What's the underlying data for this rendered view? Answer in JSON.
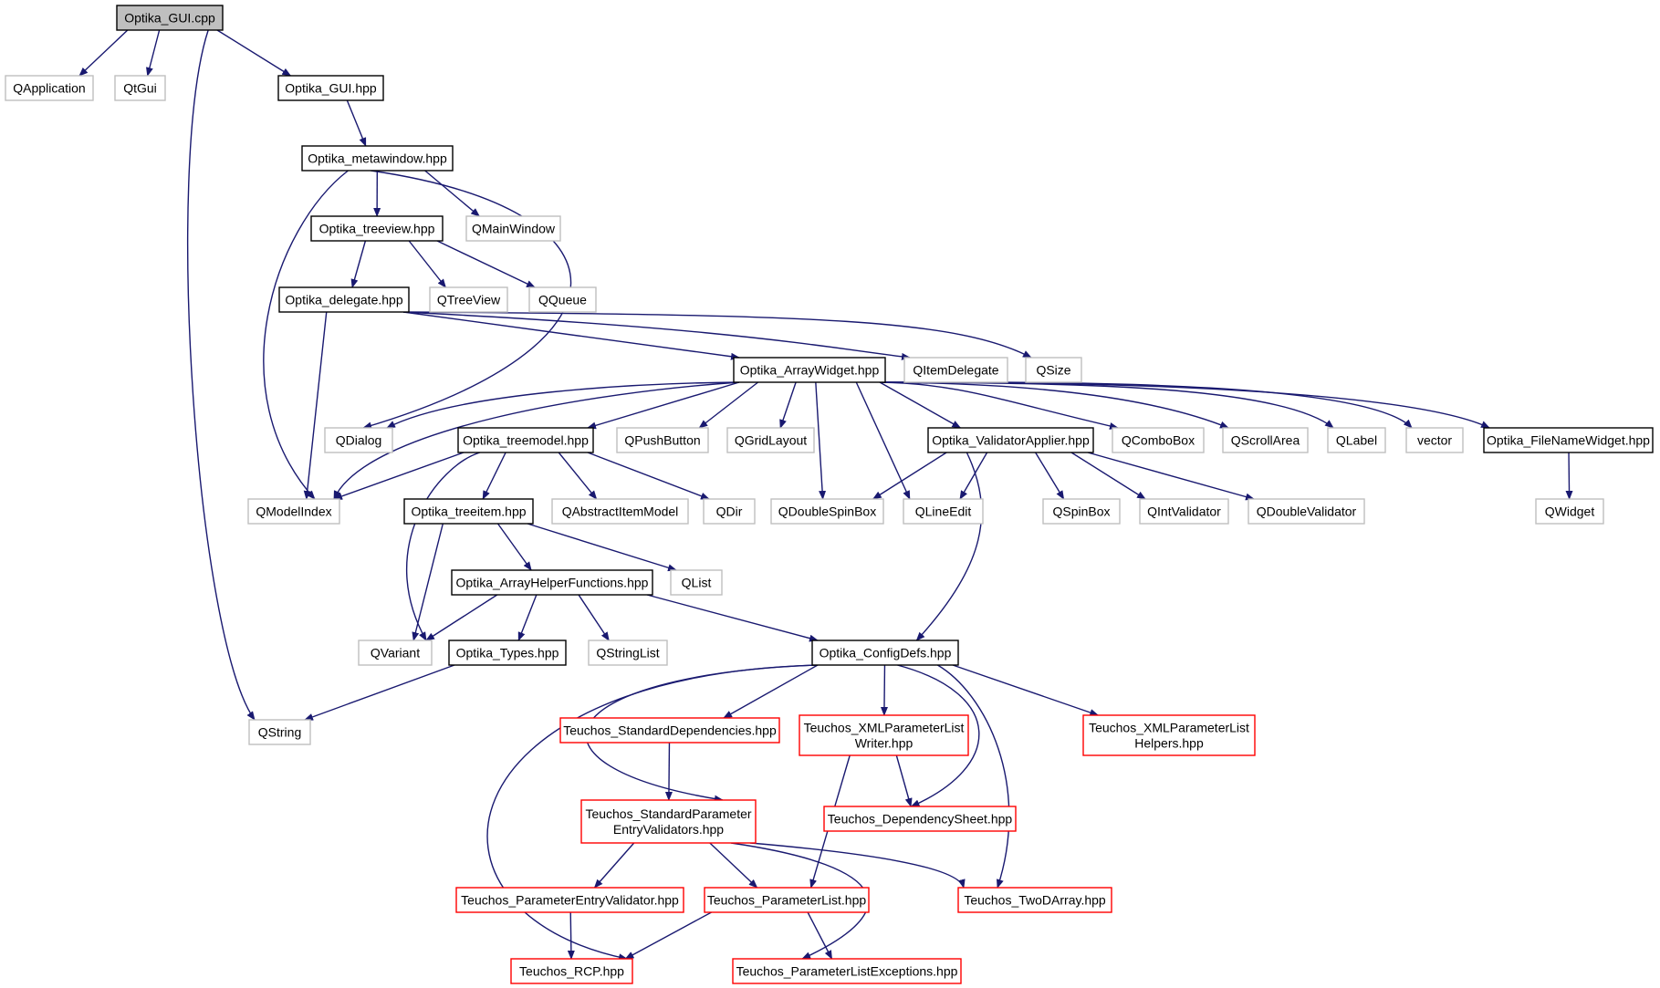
{
  "colors": {
    "edge": "#191970",
    "root_fill": "#bfbfbf",
    "project_border": "#000000",
    "external_border": "#bfbfbf",
    "teuchos_border": "#ff0000"
  },
  "nodes": [
    {
      "id": "root",
      "label": "Optika_GUI.cpp",
      "kind": "root"
    },
    {
      "id": "qapplication",
      "label": "QApplication",
      "kind": "external"
    },
    {
      "id": "qtgui",
      "label": "QtGui",
      "kind": "external"
    },
    {
      "id": "gui_hpp",
      "label": "Optika_GUI.hpp",
      "kind": "project"
    },
    {
      "id": "metawindow",
      "label": "Optika_metawindow.hpp",
      "kind": "project"
    },
    {
      "id": "treeview",
      "label": "Optika_treeview.hpp",
      "kind": "project"
    },
    {
      "id": "qmainwindow",
      "label": "QMainWindow",
      "kind": "external"
    },
    {
      "id": "delegate",
      "label": "Optika_delegate.hpp",
      "kind": "project"
    },
    {
      "id": "qtreeview",
      "label": "QTreeView",
      "kind": "external"
    },
    {
      "id": "qqueue",
      "label": "QQueue",
      "kind": "external"
    },
    {
      "id": "arraywidget",
      "label": "Optika_ArrayWidget.hpp",
      "kind": "project"
    },
    {
      "id": "qitemdelegate",
      "label": "QItemDelegate",
      "kind": "external"
    },
    {
      "id": "qsize",
      "label": "QSize",
      "kind": "external"
    },
    {
      "id": "qdialog",
      "label": "QDialog",
      "kind": "external"
    },
    {
      "id": "treemodel",
      "label": "Optika_treemodel.hpp",
      "kind": "project"
    },
    {
      "id": "qpushbutton",
      "label": "QPushButton",
      "kind": "external"
    },
    {
      "id": "qgridlayout",
      "label": "QGridLayout",
      "kind": "external"
    },
    {
      "id": "validatorapplier",
      "label": "Optika_ValidatorApplier.hpp",
      "kind": "project"
    },
    {
      "id": "qcombobox",
      "label": "QComboBox",
      "kind": "external"
    },
    {
      "id": "qscrollarea",
      "label": "QScrollArea",
      "kind": "external"
    },
    {
      "id": "qlabel",
      "label": "QLabel",
      "kind": "external"
    },
    {
      "id": "vector",
      "label": "vector",
      "kind": "external"
    },
    {
      "id": "filenamewidget",
      "label": "Optika_FileNameWidget.hpp",
      "kind": "project"
    },
    {
      "id": "qmodelindex",
      "label": "QModelIndex",
      "kind": "external"
    },
    {
      "id": "treeitem",
      "label": "Optika_treeitem.hpp",
      "kind": "project"
    },
    {
      "id": "qabstractitemmodel",
      "label": "QAbstractItemModel",
      "kind": "external"
    },
    {
      "id": "qdir",
      "label": "QDir",
      "kind": "external"
    },
    {
      "id": "qdoublespinbox",
      "label": "QDoubleSpinBox",
      "kind": "external"
    },
    {
      "id": "qlineedit",
      "label": "QLineEdit",
      "kind": "external"
    },
    {
      "id": "qspinbox",
      "label": "QSpinBox",
      "kind": "external"
    },
    {
      "id": "qintvalidator",
      "label": "QIntValidator",
      "kind": "external"
    },
    {
      "id": "qdoublevalidator",
      "label": "QDoubleValidator",
      "kind": "external"
    },
    {
      "id": "qwidget",
      "label": "QWidget",
      "kind": "external"
    },
    {
      "id": "arrayhelper",
      "label": "Optika_ArrayHelperFunctions.hpp",
      "kind": "project"
    },
    {
      "id": "qlist",
      "label": "QList",
      "kind": "external"
    },
    {
      "id": "qvariant",
      "label": "QVariant",
      "kind": "external"
    },
    {
      "id": "types",
      "label": "Optika_Types.hpp",
      "kind": "project"
    },
    {
      "id": "qstringlist",
      "label": "QStringList",
      "kind": "external"
    },
    {
      "id": "configdefs",
      "label": "Optika_ConfigDefs.hpp",
      "kind": "project"
    },
    {
      "id": "qstring",
      "label": "QString",
      "kind": "external"
    },
    {
      "id": "stddeps",
      "label": "Teuchos_StandardDependencies.hpp",
      "kind": "teuchos"
    },
    {
      "id": "xmlwriter",
      "label": "Teuchos_XMLParameterList Writer.hpp",
      "lines": [
        "Teuchos_XMLParameterList",
        "Writer.hpp"
      ],
      "kind": "teuchos"
    },
    {
      "id": "xmlhelpers",
      "label": "Teuchos_XMLParameterList Helpers.hpp",
      "lines": [
        "Teuchos_XMLParameterList",
        "Helpers.hpp"
      ],
      "kind": "teuchos"
    },
    {
      "id": "stdvalidators",
      "label": "Teuchos_StandardParameter EntryValidators.hpp",
      "lines": [
        "Teuchos_StandardParameter",
        "EntryValidators.hpp"
      ],
      "kind": "teuchos"
    },
    {
      "id": "depsheet",
      "label": "Teuchos_DependencySheet.hpp",
      "kind": "teuchos"
    },
    {
      "id": "entryvalidator",
      "label": "Teuchos_ParameterEntryValidator.hpp",
      "kind": "teuchos"
    },
    {
      "id": "paramlist",
      "label": "Teuchos_ParameterList.hpp",
      "kind": "teuchos"
    },
    {
      "id": "twodarray",
      "label": "Teuchos_TwoDArray.hpp",
      "kind": "teuchos"
    },
    {
      "id": "rcp",
      "label": "Teuchos_RCP.hpp",
      "kind": "teuchos"
    },
    {
      "id": "paramexceptions",
      "label": "Teuchos_ParameterListExceptions.hpp",
      "kind": "teuchos"
    }
  ],
  "edges": [
    [
      "root",
      "qapplication"
    ],
    [
      "root",
      "qtgui"
    ],
    [
      "root",
      "gui_hpp"
    ],
    [
      "root",
      "qstring"
    ],
    [
      "gui_hpp",
      "metawindow"
    ],
    [
      "metawindow",
      "treeview"
    ],
    [
      "metawindow",
      "qmainwindow"
    ],
    [
      "metawindow",
      "qmodelindex"
    ],
    [
      "metawindow",
      "qdialog"
    ],
    [
      "treeview",
      "delegate"
    ],
    [
      "treeview",
      "qtreeview"
    ],
    [
      "treeview",
      "qqueue"
    ],
    [
      "delegate",
      "arraywidget"
    ],
    [
      "delegate",
      "qitemdelegate"
    ],
    [
      "delegate",
      "qsize"
    ],
    [
      "delegate",
      "qmodelindex"
    ],
    [
      "arraywidget",
      "qdialog"
    ],
    [
      "arraywidget",
      "treemodel"
    ],
    [
      "arraywidget",
      "qpushbutton"
    ],
    [
      "arraywidget",
      "qgridlayout"
    ],
    [
      "arraywidget",
      "validatorapplier"
    ],
    [
      "arraywidget",
      "qcombobox"
    ],
    [
      "arraywidget",
      "qscrollarea"
    ],
    [
      "arraywidget",
      "qlabel"
    ],
    [
      "arraywidget",
      "vector"
    ],
    [
      "arraywidget",
      "filenamewidget"
    ],
    [
      "arraywidget",
      "qmodelindex"
    ],
    [
      "arraywidget",
      "qdoublespinbox"
    ],
    [
      "arraywidget",
      "qlineedit"
    ],
    [
      "treemodel",
      "qmodelindex"
    ],
    [
      "treemodel",
      "treeitem"
    ],
    [
      "treemodel",
      "qabstractitemmodel"
    ],
    [
      "treemodel",
      "qdir"
    ],
    [
      "treemodel",
      "qvariant"
    ],
    [
      "validatorapplier",
      "qdoublespinbox"
    ],
    [
      "validatorapplier",
      "qlineedit"
    ],
    [
      "validatorapplier",
      "qspinbox"
    ],
    [
      "validatorapplier",
      "qintvalidator"
    ],
    [
      "validatorapplier",
      "qdoublevalidator"
    ],
    [
      "validatorapplier",
      "configdefs"
    ],
    [
      "filenamewidget",
      "qwidget"
    ],
    [
      "treeitem",
      "arrayhelper"
    ],
    [
      "treeitem",
      "qlist"
    ],
    [
      "treeitem",
      "qvariant"
    ],
    [
      "arrayhelper",
      "qvariant"
    ],
    [
      "arrayhelper",
      "types"
    ],
    [
      "arrayhelper",
      "qstringlist"
    ],
    [
      "arrayhelper",
      "configdefs"
    ],
    [
      "types",
      "qstring"
    ],
    [
      "configdefs",
      "stddeps"
    ],
    [
      "configdefs",
      "xmlwriter"
    ],
    [
      "configdefs",
      "xmlhelpers"
    ],
    [
      "configdefs",
      "stdvalidators"
    ],
    [
      "configdefs",
      "depsheet"
    ],
    [
      "configdefs",
      "twodarray"
    ],
    [
      "configdefs",
      "rcp"
    ],
    [
      "stddeps",
      "stdvalidators"
    ],
    [
      "xmlwriter",
      "depsheet"
    ],
    [
      "xmlwriter",
      "paramlist"
    ],
    [
      "stdvalidators",
      "entryvalidator"
    ],
    [
      "stdvalidators",
      "paramlist"
    ],
    [
      "stdvalidators",
      "twodarray"
    ],
    [
      "stdvalidators",
      "paramexceptions"
    ],
    [
      "entryvalidator",
      "rcp"
    ],
    [
      "paramlist",
      "rcp"
    ],
    [
      "paramlist",
      "paramexceptions"
    ]
  ]
}
